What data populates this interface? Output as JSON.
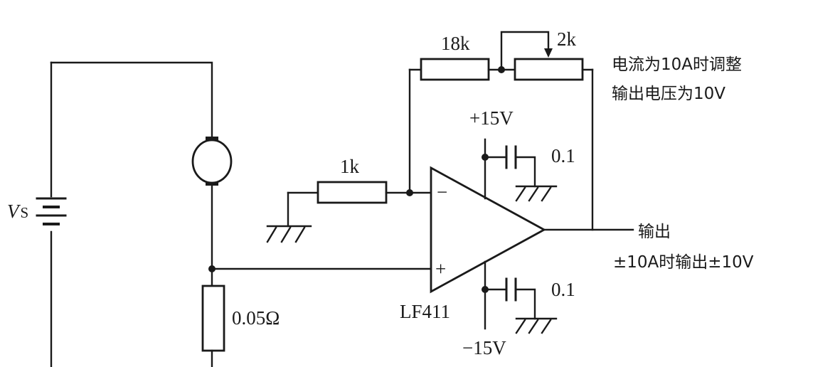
{
  "labels": {
    "vs_main": "V",
    "vs_sub": "S",
    "r_shunt": "0.05Ω",
    "r_in": "1k",
    "r_fb": "18k",
    "pot": "2k",
    "opamp": "LF411",
    "vpos": "+15V",
    "vneg": "−15V",
    "cap_top": "0.1",
    "cap_bot": "0.1",
    "inv_sign": "−",
    "noninv_sign": "+"
  },
  "notes": {
    "adjust_line1": "电流为10A时调整",
    "adjust_line2": "输出电压为10V",
    "output_title": "输出",
    "output_range": "±10A时输出±10V"
  },
  "colors": {
    "ink": "#1a1a1a",
    "paper": "#ffffff"
  }
}
